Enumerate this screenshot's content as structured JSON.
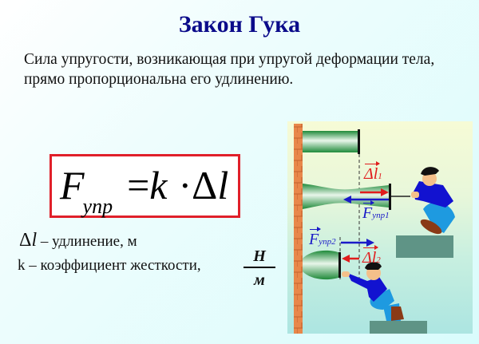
{
  "title": "Закон Гука",
  "intro": "Сила упругости, возникающая при упругой деформации тела, прямо пропорциональна его удлинению.",
  "formula": {
    "lhs": "F",
    "lhs_sub": "упр",
    "equals": "=",
    "k": "k",
    "dot": "·",
    "delta": "Δ",
    "l": "l"
  },
  "legend": {
    "delta_symbol": "Δ",
    "l_symbol": "l",
    "delta_text": "– удлинение, м",
    "k_text": "k – коэффициент жесткости,",
    "unit_numerator": "Н",
    "unit_denominator": "м"
  },
  "figure": {
    "label_dl1": "Δl",
    "label_dl1_sub": "1",
    "label_f1": "F",
    "label_f1_sub": "упр1",
    "label_f2": "F",
    "label_f2_sub": "упр2",
    "label_dl2": "Δl",
    "label_dl2_sub": "2",
    "colors": {
      "red": "#e01c1c",
      "blue": "#1a1ac8",
      "spring_green": "#2e9e4a",
      "wall": "#e8874a",
      "platform": "#5f9486",
      "shirt": "#1212d0",
      "pants": "#1e9ae0",
      "shoe": "#8a3a16",
      "formula_border": "#e0202a",
      "title": "#0b0b8a"
    }
  }
}
